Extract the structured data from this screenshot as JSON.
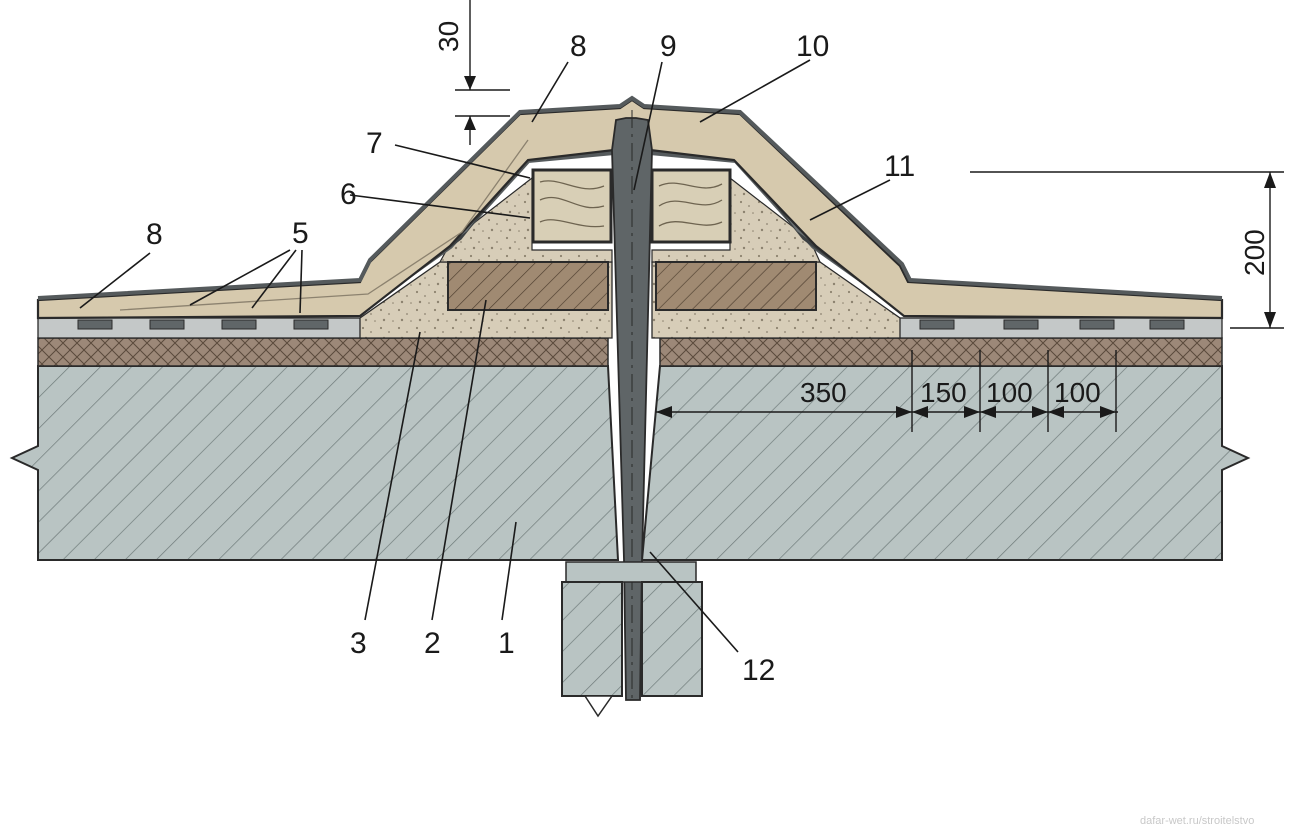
{
  "labels": {
    "l1": "1",
    "l2": "2",
    "l3": "3",
    "l5": "5",
    "l6": "6",
    "l7": "7",
    "l8a": "8",
    "l8b": "8",
    "l9": "9",
    "l10": "10",
    "l11": "11",
    "l12": "12"
  },
  "dimensions": {
    "d30": "30",
    "d200": "200",
    "d350": "350",
    "d150": "150",
    "d100a": "100",
    "d100b": "100"
  },
  "watermark": "dafar-wet.ru/stroitelstvo",
  "colors": {
    "slab": "#b9c4c3",
    "screed": "#9c8878",
    "sand": "#d7cdb8",
    "board": "#a08a72",
    "membrane": "#555a5c",
    "cap": "#d6c9ad",
    "metal": "#5f6567"
  }
}
